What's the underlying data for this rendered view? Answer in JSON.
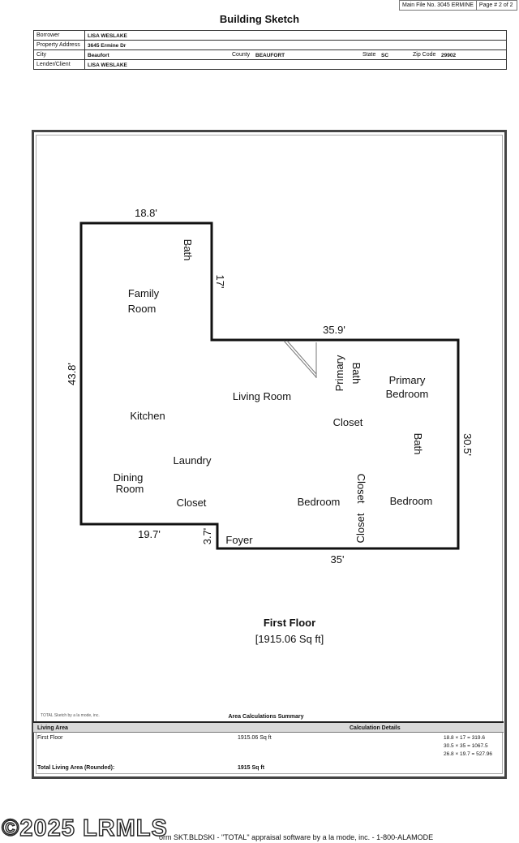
{
  "file_box": {
    "file_no": "Main File No. 3045 ERMINE",
    "page": "Page # 2 of 2"
  },
  "title": "Building Sketch",
  "header": {
    "borrower_label": "Borrower",
    "borrower": "LISA WESLAKE",
    "address_label": "Property Address",
    "address": "3645 Ermine Dr",
    "city_label": "City",
    "city": "Beaufort",
    "county_label": "County",
    "county": "BEAUFORT",
    "state_label": "State",
    "state": "SC",
    "zip_label": "Zip Code",
    "zip": "29902",
    "lender_label": "Lender/Client",
    "lender": "LISA WESLAKE"
  },
  "sketch": {
    "dims": {
      "top": "18.8'",
      "upper_right": "17'",
      "mid_top": "35.9'",
      "left": "43.8'",
      "right": "30.5'",
      "bottom_left": "19.7'",
      "step": "3.7'",
      "bottom": "35'"
    },
    "rooms": {
      "bath_top": "Bath",
      "family": "Family",
      "room": "Room",
      "living_room": "Living Room",
      "primary": "Primary",
      "bath": "Bath",
      "primary_bedroom_1": "Primary",
      "primary_bedroom_2": "Bedroom",
      "kitchen": "Kitchen",
      "closet_mid": "Closet",
      "bath_right": "Bath",
      "laundry": "Laundry",
      "dining": "Dining",
      "dining_room": "Room",
      "closet_left": "Closet",
      "bedroom_mid": "Bedroom",
      "closet_vert": "Closet",
      "bedroom_right": "Bedroom",
      "closet_vert2": "Closet",
      "foyer": "Foyer"
    },
    "floor_title": "First Floor",
    "floor_area": "[1915.06 Sq ft]"
  },
  "summary": {
    "credit": "TOTAL Sketch by a la mode, inc.",
    "title": "Area Calculations Summary",
    "col_living": "Living Area",
    "col_calc": "Calculation Details",
    "row_label": "First Floor",
    "row_value": "1915.06 Sq ft",
    "calcs": [
      "18.8 × 17    =    319.6",
      "30.5 × 35    =   1067.5",
      "26.8 × 19.7  =   527.96"
    ],
    "total_label": "Total Living Area (Rounded):",
    "total_value": "1915 Sq ft"
  },
  "footer": {
    "watermark": "©2025 LRMLS",
    "text": "orm SKT.BLDSKI - \"TOTAL\" appraisal software by a la mode, inc. - 1-800-ALAMODE"
  }
}
